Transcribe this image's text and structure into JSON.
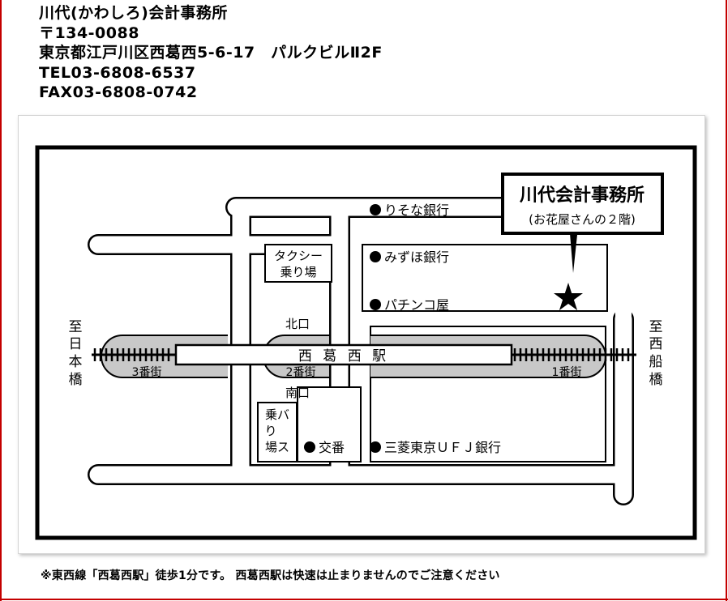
{
  "office": {
    "name": "川代(かわしろ)会計事務所",
    "postal": "〒134-0088",
    "address": "東京都江戸川区西葛西5-6-17　パルクビルⅡ2F",
    "tel": "TEL03-6808-6537",
    "fax": "FAX03-6808-0742"
  },
  "map": {
    "callout_title": "川代会計事務所",
    "callout_sub": "(お花屋さんの２階)",
    "station_name": "西 葛 西 駅",
    "exit_north": "北口",
    "exit_south": "南口",
    "street_3": "3番街",
    "street_2": "2番街",
    "street_1": "1番街",
    "taxi_line1": "タクシー",
    "taxi_line2": "乗り場",
    "bus_line1": "乗バ",
    "bus_line2": "り",
    "bus_line3": "場ス",
    "to_nihonbashi": [
      "至",
      "日",
      "本",
      "橋"
    ],
    "to_funabashi": [
      "至",
      "西",
      "船",
      "橋"
    ],
    "landmarks": {
      "risona": "りそな銀行",
      "mizuho": "みずほ銀行",
      "pachinko": "パチンコ屋",
      "koban": "交番",
      "mufg": "三菱東京ＵＦＪ銀行"
    }
  },
  "colors": {
    "frame": "#c40000",
    "street_shade": "#c8c8c8",
    "ink": "#000000"
  },
  "footnote": "※東西線「西葛西駅」徒歩1分です。 西葛西駅は快速は止まりませんのでご注意ください"
}
